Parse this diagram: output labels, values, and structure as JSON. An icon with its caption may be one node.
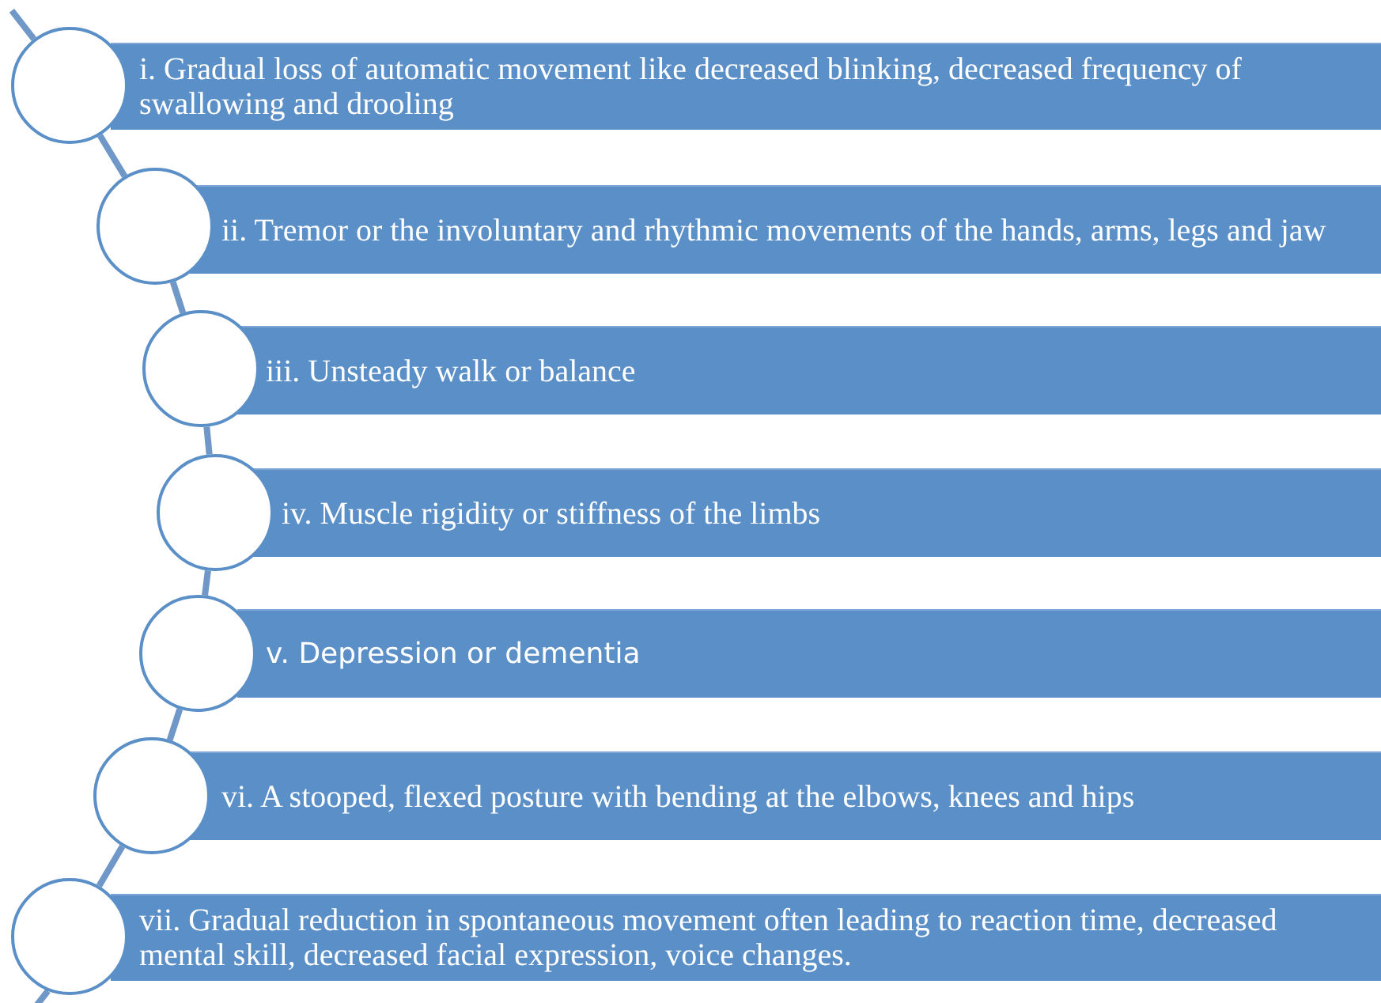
{
  "diagram": {
    "nodes": [
      {
        "text": [
          "i. Gradual loss of automatic movement like decreased blinking, decreased frequency of swallowing and drooling"
        ]
      },
      {
        "text": [
          "ii. Tremor or the involuntary and rhythmic movements of the hands, arms, legs and jaw"
        ]
      },
      {
        "text": [
          "iii. Unsteady walk or balance"
        ]
      },
      {
        "text": [
          "iv. Muscle rigidity or stiffness of the limbs"
        ]
      },
      {
        "text": [
          "v. Depression or dementia"
        ]
      },
      {
        "text": [
          "vi. A stooped, flexed posture with bending at the elbows, knees and hips"
        ]
      },
      {
        "text": [
          "vii. Gradual reduction in spontaneous movement often leading to reaction time, decreased mental skill, decreased facial expression, voice changes."
        ]
      },
      {
        "text": [],
        "shape": "circle"
      },
      {
        "text": [],
        "shape": "circle"
      },
      {
        "text": [],
        "shape": "circle"
      },
      {
        "text": [],
        "shape": "circle"
      },
      {
        "text": [],
        "shape": "circle"
      },
      {
        "text": [],
        "shape": "circle"
      },
      {
        "text": [],
        "shape": "circle"
      }
    ],
    "edges": [
      {
        "from": null,
        "to": 7,
        "arrow": "none"
      },
      {
        "from": 7,
        "to": 8,
        "arrow": "none"
      },
      {
        "from": 8,
        "to": 9,
        "arrow": "none"
      },
      {
        "from": 9,
        "to": 10,
        "arrow": "none"
      },
      {
        "from": 10,
        "to": 11,
        "arrow": "none"
      },
      {
        "from": 11,
        "to": 12,
        "arrow": "none"
      },
      {
        "from": 12,
        "to": 13,
        "arrow": "none"
      },
      {
        "from": 13,
        "to": null,
        "arrow": "none"
      }
    ]
  }
}
